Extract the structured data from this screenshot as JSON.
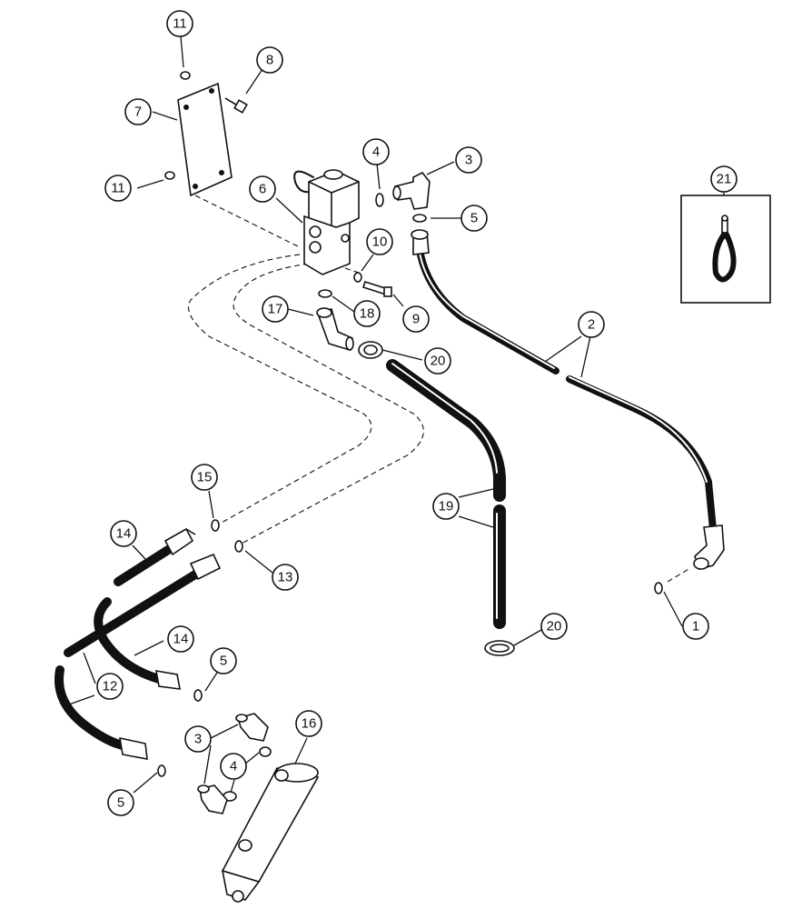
{
  "callouts": [
    {
      "id": "c11a",
      "label": "11"
    },
    {
      "id": "c8",
      "label": "8"
    },
    {
      "id": "c7",
      "label": "7"
    },
    {
      "id": "c11b",
      "label": "11"
    },
    {
      "id": "c6",
      "label": "6"
    },
    {
      "id": "c4a",
      "label": "4"
    },
    {
      "id": "c3a",
      "label": "3"
    },
    {
      "id": "c5a",
      "label": "5"
    },
    {
      "id": "c21",
      "label": "21"
    },
    {
      "id": "c10",
      "label": "10"
    },
    {
      "id": "c17",
      "label": "17"
    },
    {
      "id": "c18",
      "label": "18"
    },
    {
      "id": "c9",
      "label": "9"
    },
    {
      "id": "c2",
      "label": "2"
    },
    {
      "id": "c20a",
      "label": "20"
    },
    {
      "id": "c15",
      "label": "15"
    },
    {
      "id": "c19",
      "label": "19"
    },
    {
      "id": "c14a",
      "label": "14"
    },
    {
      "id": "c13",
      "label": "13"
    },
    {
      "id": "c20b",
      "label": "20"
    },
    {
      "id": "c1",
      "label": "1"
    },
    {
      "id": "c14b",
      "label": "14"
    },
    {
      "id": "c5b",
      "label": "5"
    },
    {
      "id": "c12",
      "label": "12"
    },
    {
      "id": "c16",
      "label": "16"
    },
    {
      "id": "c3b",
      "label": "3"
    },
    {
      "id": "c4b",
      "label": "4"
    },
    {
      "id": "c5c",
      "label": "5"
    }
  ]
}
